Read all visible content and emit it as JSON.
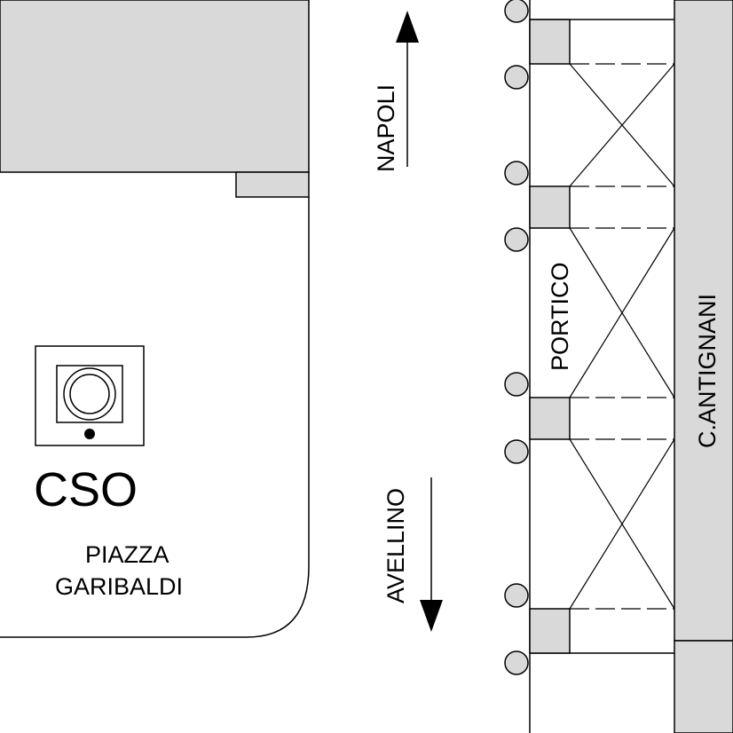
{
  "labels": {
    "marker": "CSO",
    "square_line1": "PIAZZA",
    "square_line2": "GARIBALDI",
    "direction_north": "NAPOLI",
    "direction_south": "AVELLINO",
    "arcade": "PORTICO",
    "street": "C.ANTIGNANI"
  },
  "colors": {
    "building_fill": "#d9d9d9",
    "line": "#000000",
    "background": "#ffffff"
  },
  "icons": {
    "marker": "monitoring-station-icon",
    "arrow_north": "arrow-up-icon",
    "arrow_south": "arrow-down-icon"
  }
}
